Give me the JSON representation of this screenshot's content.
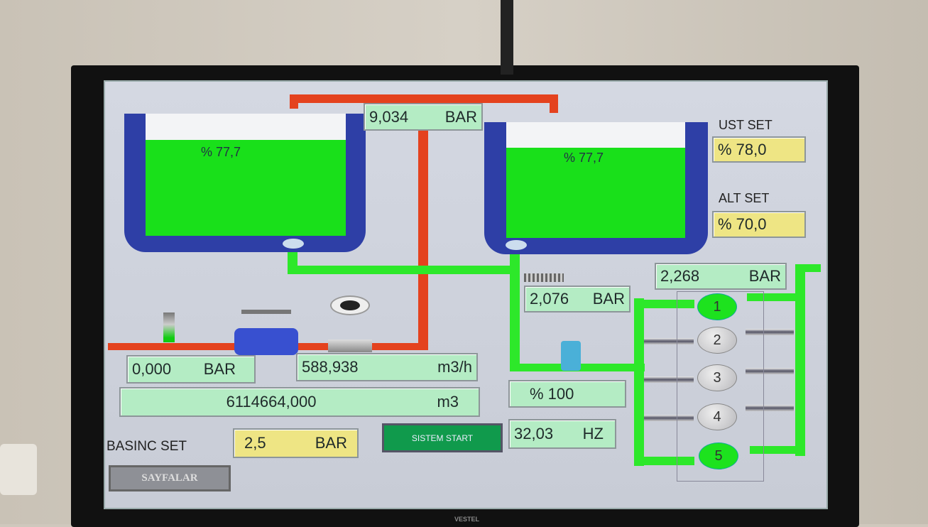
{
  "header_pressure": {
    "value": "9,034",
    "unit": "BAR"
  },
  "tank_left": {
    "level_label": "% 77,7",
    "level_percent": 77.7
  },
  "tank_right": {
    "level_label": "% 77,7",
    "level_percent": 77.7
  },
  "ust_set": {
    "label": "UST SET",
    "value": "% 78,0"
  },
  "alt_set": {
    "label": "ALT SET",
    "value": "% 70,0"
  },
  "pump_header_pressure": {
    "value": "2,268",
    "unit": "BAR"
  },
  "suction_pressure": {
    "value": "2,076",
    "unit": "BAR"
  },
  "inlet_pressure": {
    "value": "0,000",
    "unit": "BAR"
  },
  "flow_rate": {
    "value": "588,938",
    "unit": "m3/h"
  },
  "total_volume": {
    "value": "6114664,000",
    "unit": "m3"
  },
  "valve_opening": {
    "value": "% 100"
  },
  "frequency": {
    "value": "32,03",
    "unit": "HZ"
  },
  "basinc_set": {
    "label": "BASINC SET",
    "value": "2,5",
    "unit": "BAR"
  },
  "buttons": {
    "start": "SISTEM START",
    "pages": "SAYFALAR"
  },
  "pumps": [
    {
      "label": "1",
      "running": true
    },
    {
      "label": "2",
      "running": false
    },
    {
      "label": "3",
      "running": false
    },
    {
      "label": "4",
      "running": false
    },
    {
      "label": "5",
      "running": true
    }
  ],
  "tv_brand": "VESTEL"
}
